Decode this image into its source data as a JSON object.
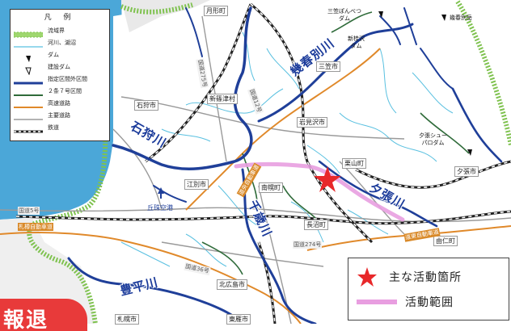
{
  "legend": {
    "title": "凡 例",
    "items": [
      {
        "label": "流域界",
        "symbol": "basin-boundary"
      },
      {
        "label": "河川、湖沼",
        "symbol": "river"
      },
      {
        "label": "ダム",
        "symbol": "dam"
      },
      {
        "label": "建設ダム",
        "symbol": "dam-under-construction"
      },
      {
        "label": "指定区間外区間",
        "symbol": "designated-section"
      },
      {
        "label": "２条７号区間",
        "symbol": "article-2-section"
      },
      {
        "label": "高速道路",
        "symbol": "expressway"
      },
      {
        "label": "主要道路",
        "symbol": "main-road"
      },
      {
        "label": "鉄道",
        "symbol": "railway"
      }
    ]
  },
  "municipalities": {
    "gekkeicho": "月形町",
    "ishikari": "石狩市",
    "shinshinotsu": "新篠津村",
    "mikasa": "三笠市",
    "iwamizawa": "岩見沢市",
    "kuriyama": "栗山町",
    "ebetsu": "江別市",
    "nampporo": "南幌町",
    "naganuma": "長沼町",
    "yubari": "夕張市",
    "yuni": "由仁町",
    "kitahiroshima": "北広島市",
    "sapporo": "札幌市",
    "higashikagura": "東雁市"
  },
  "rivers": {
    "ishikari": "石狩川",
    "ikushunbetsu": "幾春別川",
    "yubari": "夕張川",
    "chitose": "千歳川",
    "toyohira": "豊平川"
  },
  "dams": {
    "mikasa_ponbetsu": "三笠ぽんべつ\nダム",
    "shinkatsura": "新桂沢\nダム",
    "ikushunbetsu": "幾春別岳",
    "yubari_shuparo": "夕張シュー\nパロダム"
  },
  "roads": {
    "route275": "国道275号",
    "route274": "国道274号",
    "route36": "国道36号",
    "route5": "国道5号",
    "route12": "国道12号",
    "sapporo_expressway": "札樽自動車道",
    "doo_expressway": "道央自動車道",
    "doto_expressway": "道東自動車道",
    "airport": "丘珠空港"
  },
  "info_box": {
    "main_site": "主な活動箇所",
    "activity_range": "活動範囲"
  },
  "corner_text": "報退",
  "colors": {
    "river_main": "#1f3f99",
    "river_minor": "#59c0e0",
    "sea": "#4ba7d8",
    "expressway": "#e0892a",
    "activity": "#e89ee0",
    "star": "#e8282a"
  }
}
